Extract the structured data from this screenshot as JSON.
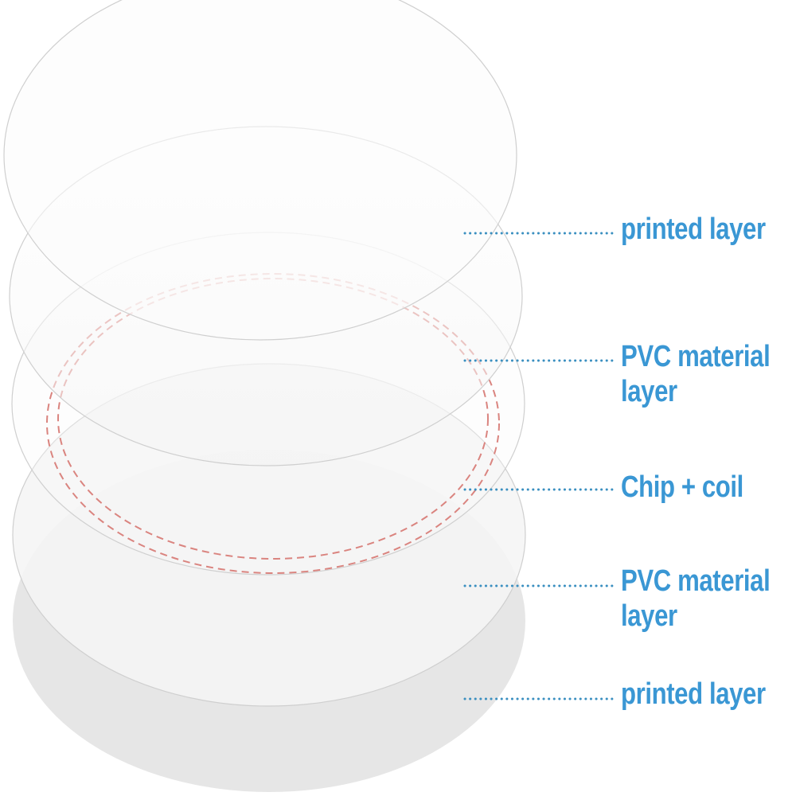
{
  "colors": {
    "label": "#3a97d4",
    "coil": "#c9453e",
    "outline": "#c8c8c8",
    "base": "#e8e8e8"
  },
  "layers": [
    {
      "label": "printed layer"
    },
    {
      "label_line1": "PVC material",
      "label_line2": "layer"
    },
    {
      "label": "Chip + coil"
    },
    {
      "label_line1": "PVC material",
      "label_line2": "layer"
    },
    {
      "label": "printed layer"
    }
  ]
}
